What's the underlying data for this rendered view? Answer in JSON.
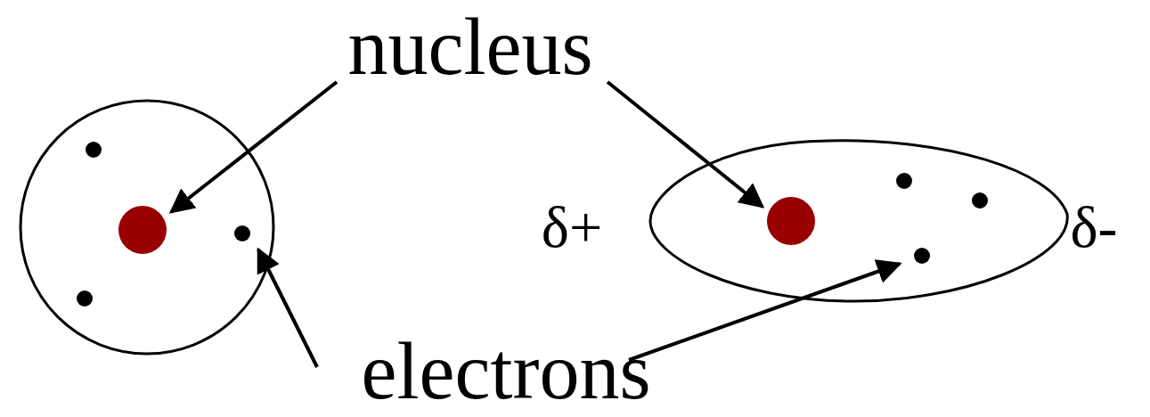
{
  "diagram": {
    "labels": [
      "nucleus",
      "electrons",
      "δ+",
      "δ-"
    ]
  }
}
